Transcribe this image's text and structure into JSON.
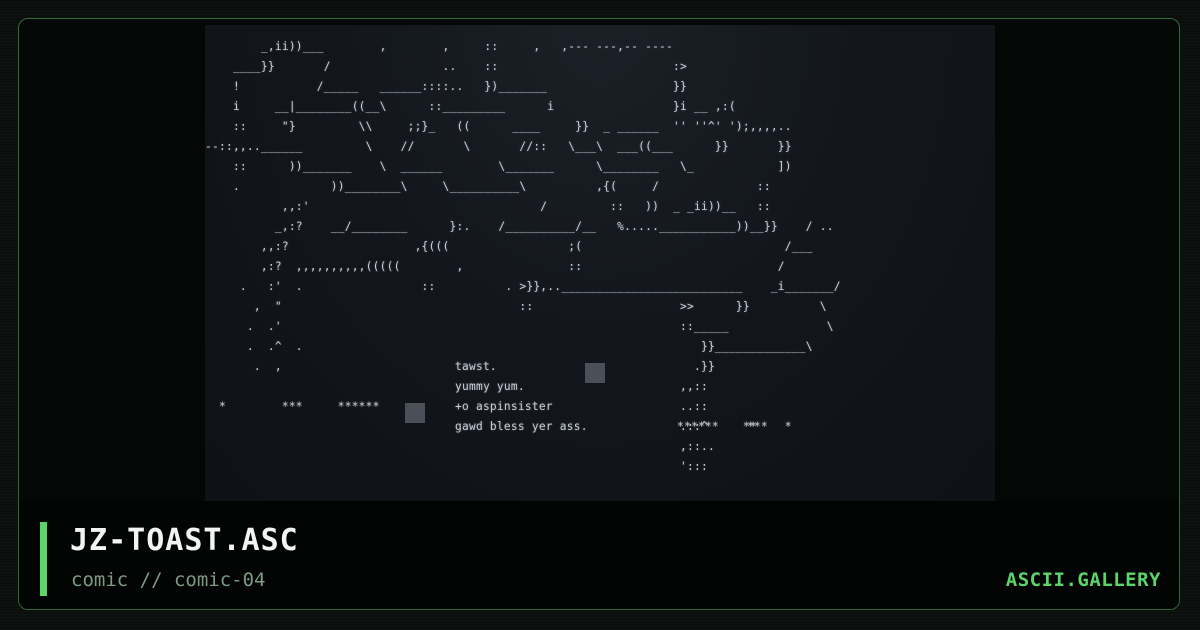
{
  "artwork": {
    "text": "        _,ii))___        ,        ,     ::     ,   ,--- ---,-- ----\n    ____}}       /                ..    ::                         :>\n    !           /_____   ______::::..   })_______                  }}\n    i     __|________((__\\      ::_________      i                 }i __ ,:(\n    ::     \"}         \\\\     ;;}_   ((      ____     }}  _ ______  '' ''^' ');,,,,..\n--::,,..______         \\    //       \\       //::   \\___\\  ___((___      }}       }}\n    ::      ))_______    \\  ______        \\_______      \\________   \\_            ])\n    .             ))________\\     \\__________\\          ,{(     /              ::\n           ,,:'                                 /         ::   ))  _ _ii))__   ::\n          _,:?    __/________      }:.    /__________/__   %.....___________))__}}    / ..\n        ,,:?                  ,{(((                 ;(                             /___\n        ,:?  ,,,,,,,,,,(((((        ,               ::                            /\n     .   :'  .                 ::          . >}},..__________________________    _i_______/\n       ,  \"                                  ::                     >>      }}          \\\n      .  .'                                                         ::_____              \\\n      .  .^  .                                                         }}_____________\\\n       .  ,                                                           .}}\n                                                                    ,,::\n  *        ***     ******                                           ..::\n                                                                    .::^     **    *\n                                                                    ,::..\n                                                                    ':::",
    "poem": [
      "tawst.",
      "yummy yum.",
      "+o aspinsister",
      "gawd bless yer ass."
    ],
    "poem_trailer": "******    ***"
  },
  "footer": {
    "title": "JZ-TOAST.ASC",
    "subtitle": "comic // comic-04",
    "brand": "ASCII.GALLERY"
  },
  "colors": {
    "accent": "#5bd46a",
    "frame_border": "#2f6b39",
    "title": "#f2f4f3",
    "subtitle": "#7d9a82",
    "art_text": "#c9ced6"
  }
}
